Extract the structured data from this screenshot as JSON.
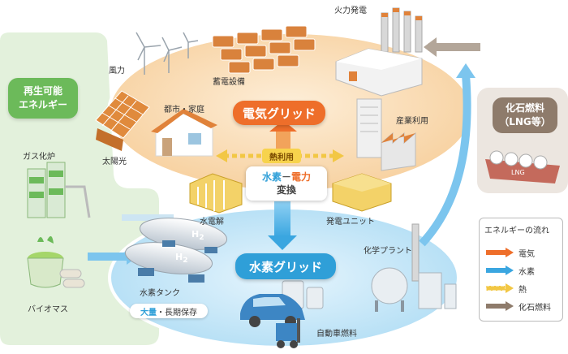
{
  "renewable": {
    "title": [
      "再生可能",
      "エネルギー"
    ],
    "wind": "風力",
    "solar": "太陽光",
    "gasification": "ガス化炉",
    "biomass": "バイオマス"
  },
  "electric_grid": {
    "title": "電気グリッド",
    "battery": "蓄電設備",
    "city": "都市・家庭",
    "thermal": "火力発電",
    "industry": "産業利用",
    "heat": "熱利用"
  },
  "conversion": {
    "hydrogen": "水素",
    "dash": "－",
    "electricity": "電力",
    "label": "変換",
    "electrolysis": "水電解",
    "power_unit": "発電ユニット"
  },
  "hydrogen_grid": {
    "title": "水素グリッド",
    "tank": "水素タンク",
    "tank_symbol_1": "H",
    "tank_symbol_2": "2",
    "storage_highlight": "大量",
    "storage_rest": "・長期保存",
    "chemical": "化学プラント",
    "vehicle": "自動車燃料"
  },
  "fossil": {
    "title": "化石燃料",
    "sub": "（LNG等）",
    "ship_label": "LNG"
  },
  "legend": {
    "title": "エネルギーの流れ",
    "items": [
      {
        "label": "電気",
        "color": "#ee6e2a"
      },
      {
        "label": "水素",
        "color": "#3aa6e0"
      },
      {
        "label": "熱",
        "color": "#f2c744"
      },
      {
        "label": "化石燃料",
        "color": "#8e7b6b"
      }
    ]
  }
}
